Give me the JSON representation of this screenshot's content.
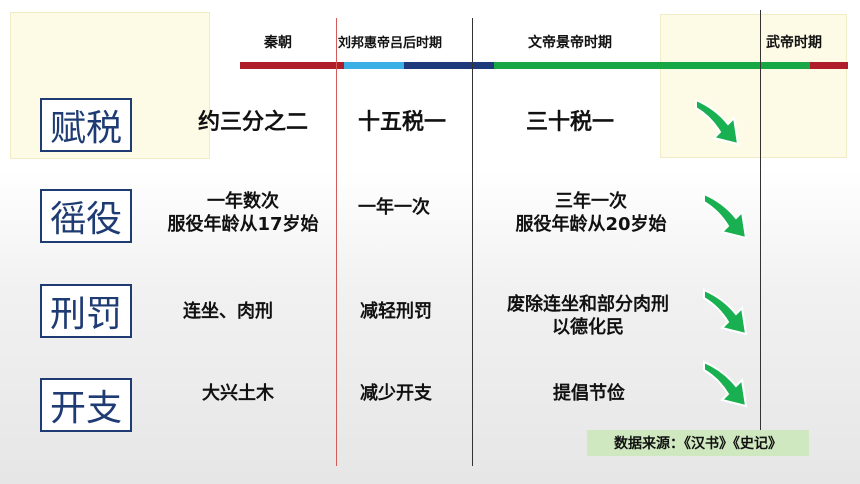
{
  "timeline": {
    "periods": [
      "秦朝",
      "刘邦惠帝吕后时期",
      "文帝景帝时期",
      "武帝时期"
    ]
  },
  "categories": {
    "tax": "赋税",
    "corvee": "徭役",
    "punishment": "刑罚",
    "expenditure": "开支"
  },
  "rows": {
    "tax": {
      "qin": "约三分之二",
      "liu": "十五税一",
      "wen": "三十税一"
    },
    "corvee": {
      "qin_line1": "一年数次",
      "qin_line2": "服役年龄从17岁始",
      "liu": "一年一次",
      "wen_line1": "三年一次",
      "wen_line2": "服役年龄从20岁始"
    },
    "punishment": {
      "qin": "连坐、肉刑",
      "liu": "减轻刑罚",
      "wen_line1": "废除连坐和部分肉刑",
      "wen_line2": "以德化民"
    },
    "expenditure": {
      "qin": "大兴土木",
      "liu": "减少开支",
      "wen": "提倡节俭"
    }
  },
  "source": "数据来源：《汉书》《史记》",
  "colors": {
    "qin_bar": "#b01d2a",
    "liu_bar_light": "#3ab0e6",
    "liu_bar_dark": "#1f3a7a",
    "wen_bar": "#17a845",
    "wu_bar": "#b01d2a",
    "arrow": "#18b050",
    "category_border": "#1f3b73"
  },
  "icons": [
    "green-arrow-icon"
  ]
}
